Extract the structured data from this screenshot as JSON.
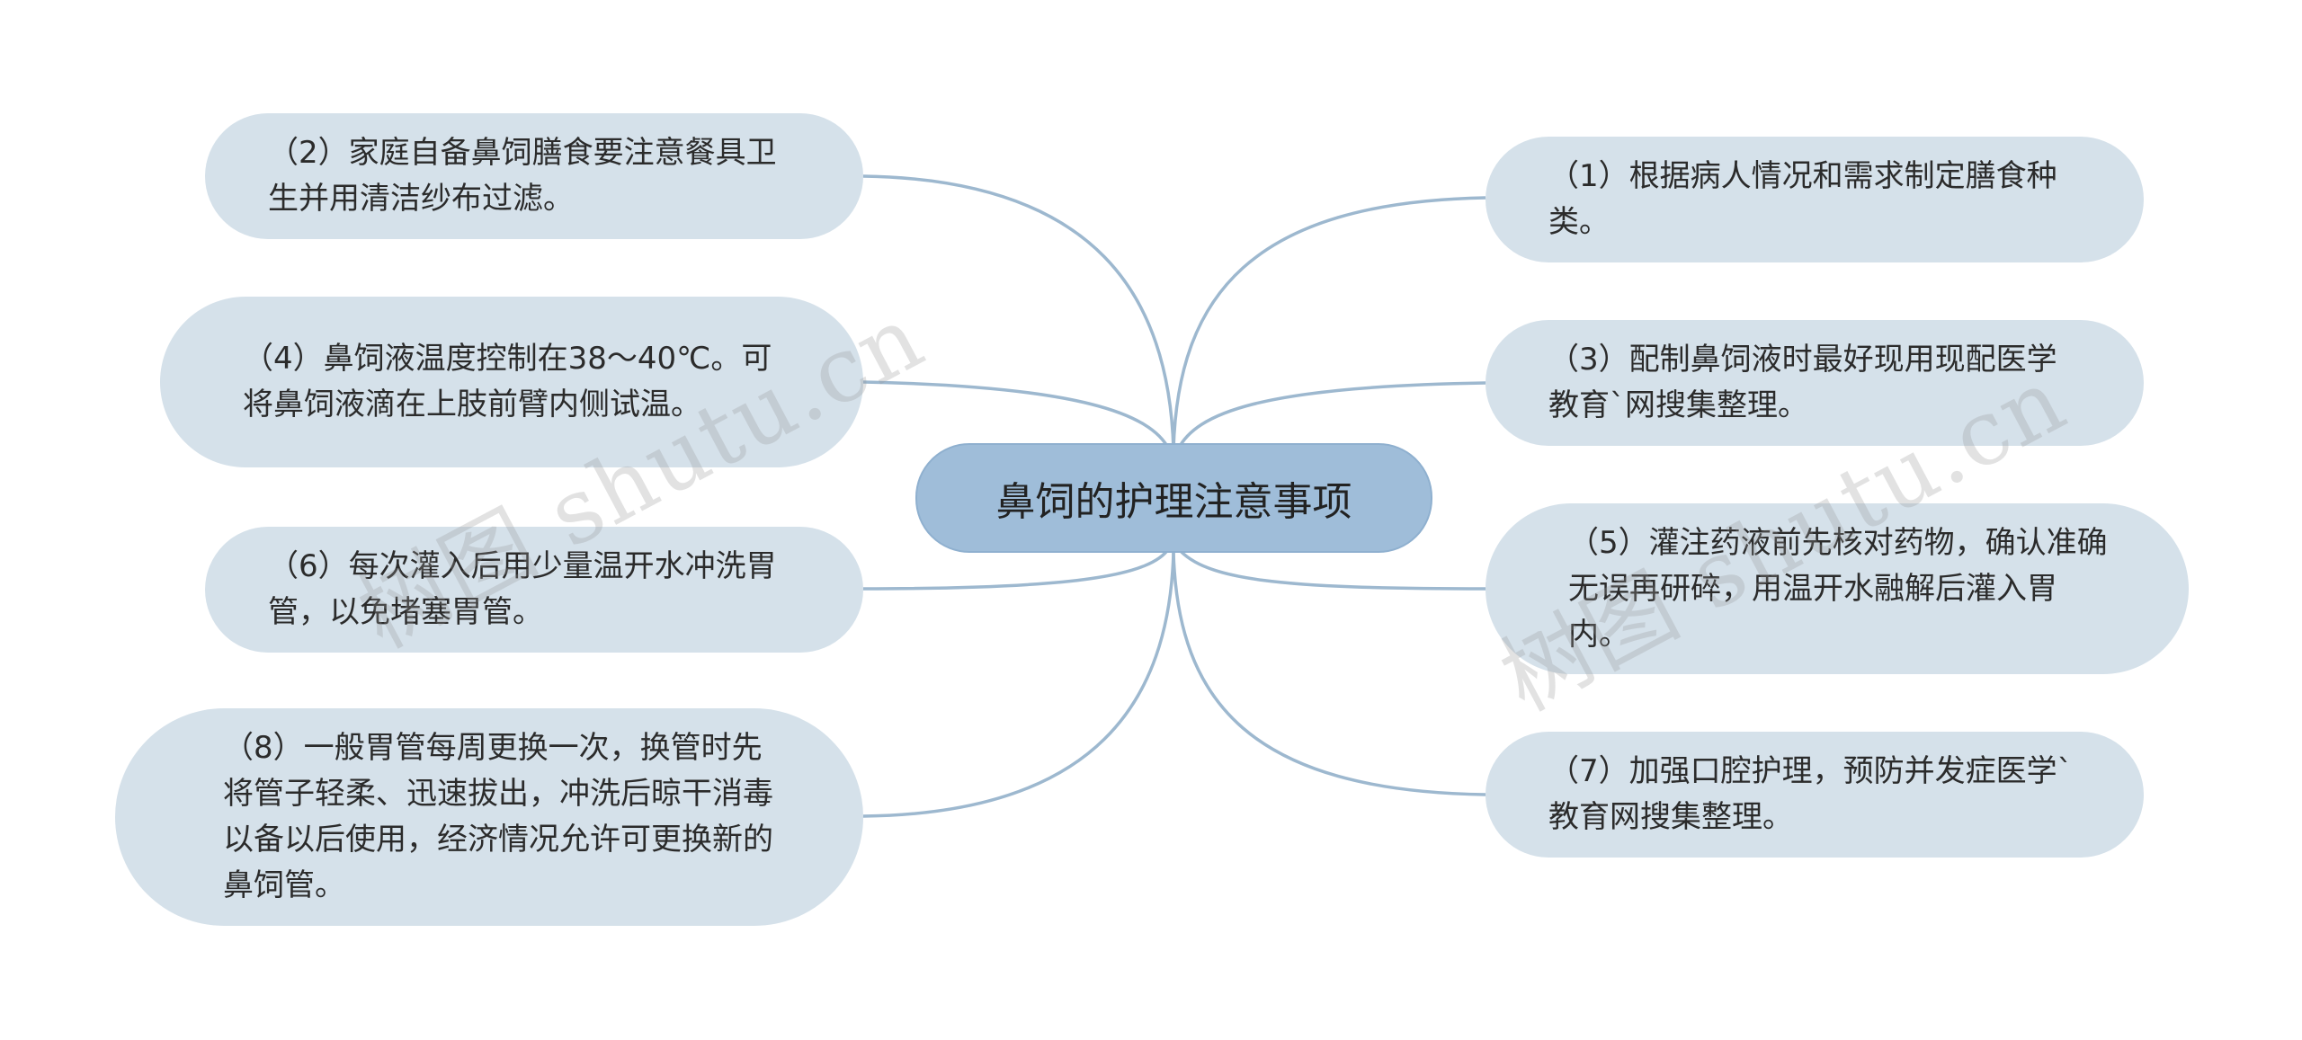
{
  "center": {
    "label": "鼻饲的护理注意事项"
  },
  "left_nodes": [
    {
      "id": "n2",
      "text": "（2）家庭自备鼻饲膳食要注意餐具卫生并用清洁纱布过滤。"
    },
    {
      "id": "n4",
      "text": "（4）鼻饲液温度控制在38～40℃。可将鼻饲液滴在上肢前臂内侧试温。"
    },
    {
      "id": "n6",
      "text": "（6）每次灌入后用少量温开水冲洗胃管，以免堵塞胃管。"
    },
    {
      "id": "n8",
      "text": "（8）一般胃管每周更换一次，换管时先将管子轻柔、迅速拔出，冲洗后晾干消毒以备以后使用，经济情况允许可更换新的鼻饲管。"
    }
  ],
  "right_nodes": [
    {
      "id": "n1",
      "text": "（1）根据病人情况和需求制定膳食种类。"
    },
    {
      "id": "n3",
      "text": "（3）配制鼻饲液时最好现用现配医学教育`网搜集整理。"
    },
    {
      "id": "n5",
      "text": "（5）灌注药液前先核对药物，确认准确无误再研碎，用温开水融解后灌入胃内。"
    },
    {
      "id": "n7",
      "text": "（7）加强口腔护理，预防并发症医学`教育网搜集整理。"
    }
  ],
  "watermarks": [
    "树图 shutu.cn",
    "树图 shutu.cn"
  ],
  "colors": {
    "node_fill": "#d5e1ea",
    "center_fill": "#9fbdd9",
    "connector": "#9db8cf"
  }
}
